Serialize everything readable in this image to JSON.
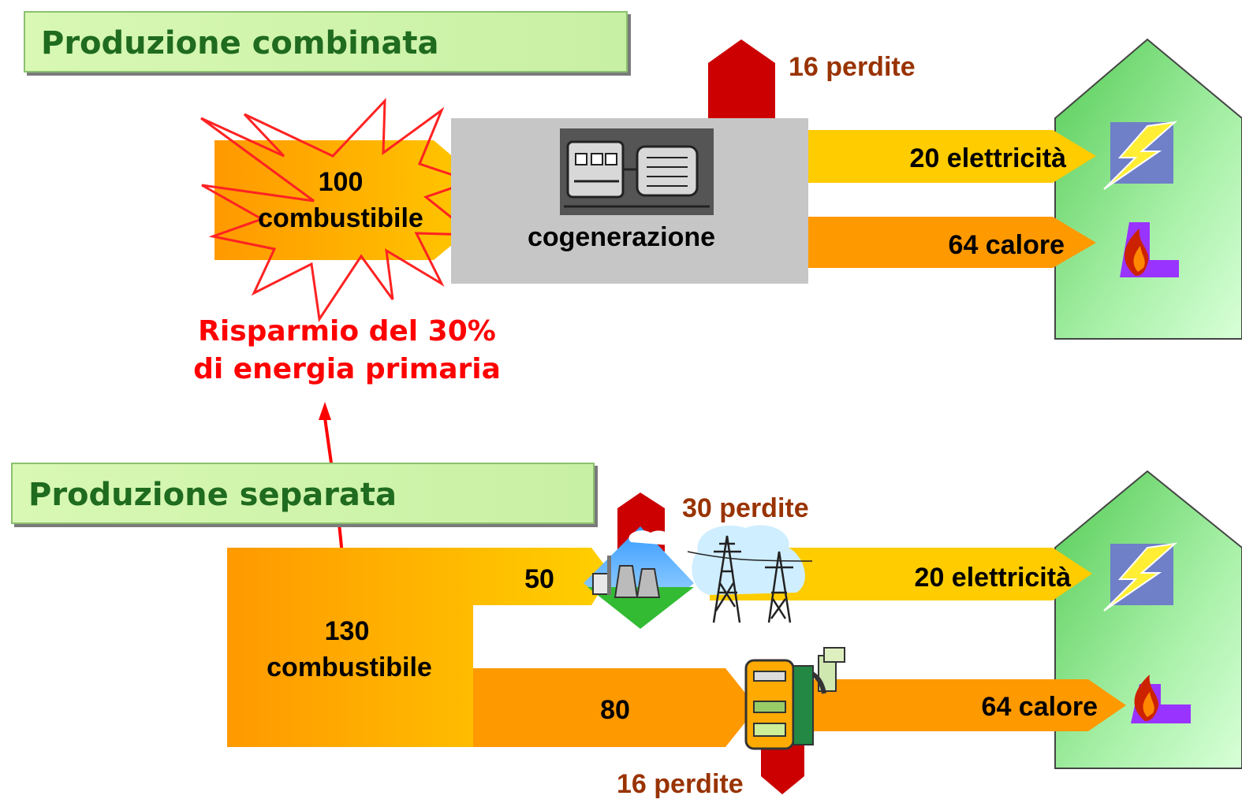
{
  "combined": {
    "title": "Produzione combinata",
    "fuel_value": "100",
    "fuel_label": "combustibile",
    "plant_label": "cogenerazione",
    "losses": "16 perdite",
    "electricity": "20 elettricità",
    "heat": "64 calore"
  },
  "savings": {
    "line1": "Risparmio del 30%",
    "line2": "di energia primaria"
  },
  "separate": {
    "title": "Produzione separata",
    "fuel_value": "130",
    "fuel_label": "combustibile",
    "power_input": "50",
    "heat_input": "80",
    "power_losses": "30 perdite",
    "boiler_losses": "16 perdite",
    "electricity": "20 elettricità",
    "heat": "64 calore"
  },
  "icons": {
    "cogeneration_unit": "cogeneration-unit-icon",
    "power_plant": "power-plant-icon",
    "power_lines": "power-lines-icon",
    "boiler": "boiler-icon",
    "electricity": "lightning-icon",
    "heat": "flame-icon"
  },
  "colors": {
    "fuel_orange": "#ff9900",
    "electricity_yellow": "#ffcc00",
    "losses_red": "#cc0000",
    "savings_red": "#ff0000",
    "house_green": "#99ee99",
    "label_brown": "#993300"
  }
}
